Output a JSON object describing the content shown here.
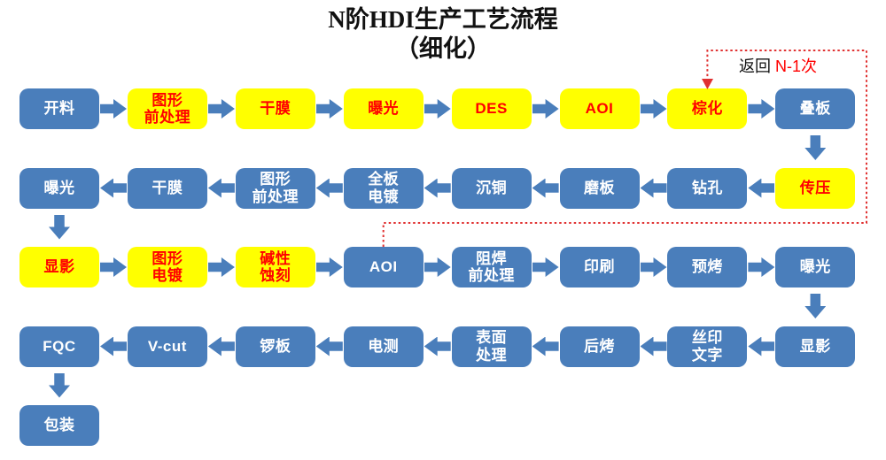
{
  "title": {
    "line1": "N阶HDI生产工艺流程",
    "line2": "（细化）"
  },
  "feedback_label": {
    "prefix": "返回 ",
    "times": "N-1次"
  },
  "colors": {
    "box_blue": "#4A7EBB",
    "box_yellow": "#FFFF00",
    "box_text_red": "#FF0000",
    "box_text_white": "#FFFFFF",
    "loop_red": "#E03131",
    "title_black": "#111111"
  },
  "rows": [
    {
      "direction": "right",
      "boxes": [
        {
          "label": "开料",
          "style": "blue"
        },
        {
          "label": "图形\n前处理",
          "style": "yellow"
        },
        {
          "label": "干膜",
          "style": "yellow"
        },
        {
          "label": "曝光",
          "style": "yellow"
        },
        {
          "label": "DES",
          "style": "yellow"
        },
        {
          "label": "AOI",
          "style": "yellow"
        },
        {
          "label": "棕化",
          "style": "yellow"
        },
        {
          "label": "叠板",
          "style": "blue"
        }
      ]
    },
    {
      "direction": "left",
      "boxes": [
        {
          "label": "曝光",
          "style": "blue"
        },
        {
          "label": "干膜",
          "style": "blue"
        },
        {
          "label": "图形\n前处理",
          "style": "blue"
        },
        {
          "label": "全板\n电镀",
          "style": "blue"
        },
        {
          "label": "沉铜",
          "style": "blue"
        },
        {
          "label": "磨板",
          "style": "blue"
        },
        {
          "label": "钻孔",
          "style": "blue"
        },
        {
          "label": "传压",
          "style": "yellow"
        }
      ]
    },
    {
      "direction": "right",
      "boxes": [
        {
          "label": "显影",
          "style": "yellow"
        },
        {
          "label": "图形\n电镀",
          "style": "yellow"
        },
        {
          "label": "碱性\n蚀刻",
          "style": "yellow"
        },
        {
          "label": "AOI",
          "style": "blue"
        },
        {
          "label": "阻焊\n前处理",
          "style": "blue"
        },
        {
          "label": "印刷",
          "style": "blue"
        },
        {
          "label": "预烤",
          "style": "blue"
        },
        {
          "label": "曝光",
          "style": "blue"
        }
      ]
    },
    {
      "direction": "left",
      "boxes": [
        {
          "label": "FQC",
          "style": "blue"
        },
        {
          "label": "V-cut",
          "style": "blue"
        },
        {
          "label": "锣板",
          "style": "blue"
        },
        {
          "label": "电测",
          "style": "blue"
        },
        {
          "label": "表面\n处理",
          "style": "blue"
        },
        {
          "label": "后烤",
          "style": "blue"
        },
        {
          "label": "丝印\n文字",
          "style": "blue"
        },
        {
          "label": "显影",
          "style": "blue"
        }
      ]
    },
    {
      "direction": "none",
      "boxes": [
        {
          "label": "包装",
          "style": "blue"
        }
      ]
    }
  ],
  "connectors_down": [
    {
      "from_row": 0,
      "col": 7
    },
    {
      "from_row": 1,
      "col": 0
    },
    {
      "from_row": 2,
      "col": 7
    },
    {
      "from_row": 3,
      "col": 0
    }
  ]
}
